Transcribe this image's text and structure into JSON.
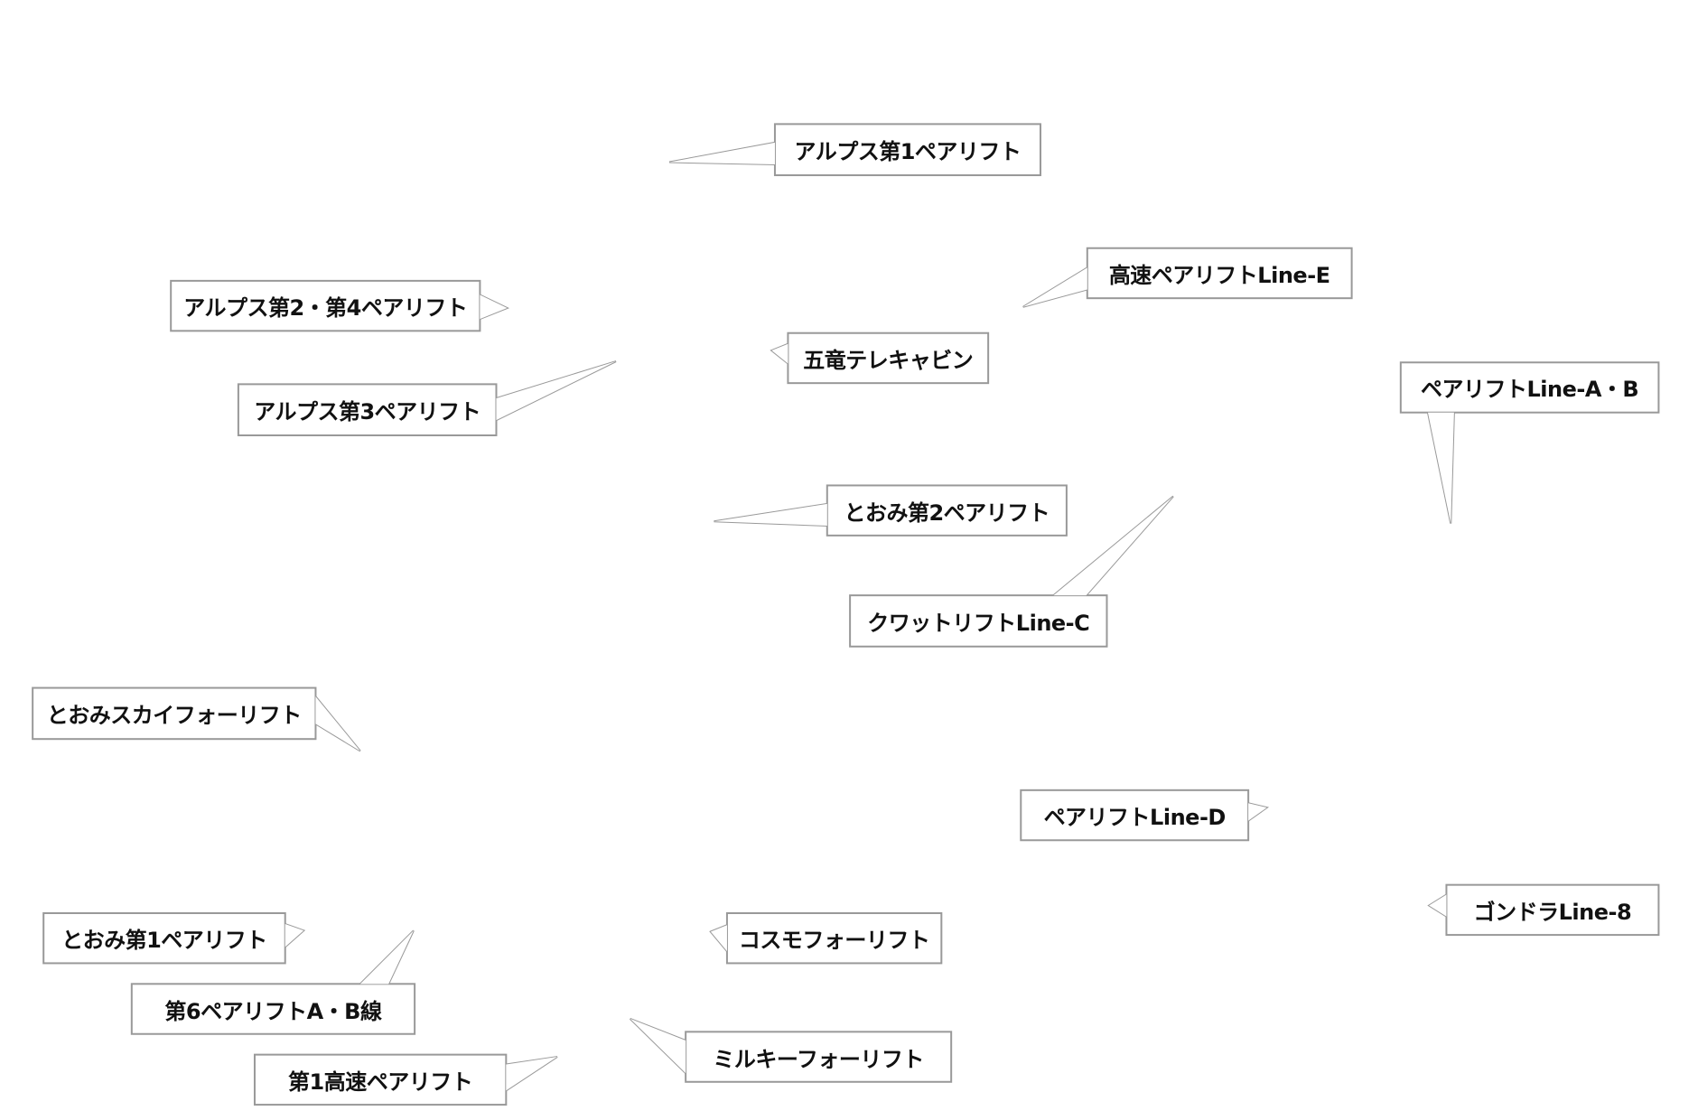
{
  "callouts": [
    {
      "label": "アルプス第1ペアリフト"
    },
    {
      "label": "高速ペアリフトLine-E"
    },
    {
      "label": "アルプス第2・第4ペアリフト"
    },
    {
      "label": "五竜テレキャビン"
    },
    {
      "label": "ペアリフトLine-A・B"
    },
    {
      "label": "アルプス第3ペアリフト"
    },
    {
      "label": "とおみ第2ペアリフト"
    },
    {
      "label": "クワットリフトLine-C"
    },
    {
      "label": "とおみスカイフォーリフト"
    },
    {
      "label": "ペアリフトLine-D"
    },
    {
      "label": "ゴンドラLine-8"
    },
    {
      "label": "とおみ第1ペアリフト"
    },
    {
      "label": "コスモフォーリフト"
    },
    {
      "label": "第6ペアリフトA・B線"
    },
    {
      "label": "ミルキーフォーリフト"
    },
    {
      "label": "第1高速ペアリフト"
    }
  ],
  "colors": {
    "border": "#999999",
    "text": "#111111",
    "background": "#ffffff"
  }
}
